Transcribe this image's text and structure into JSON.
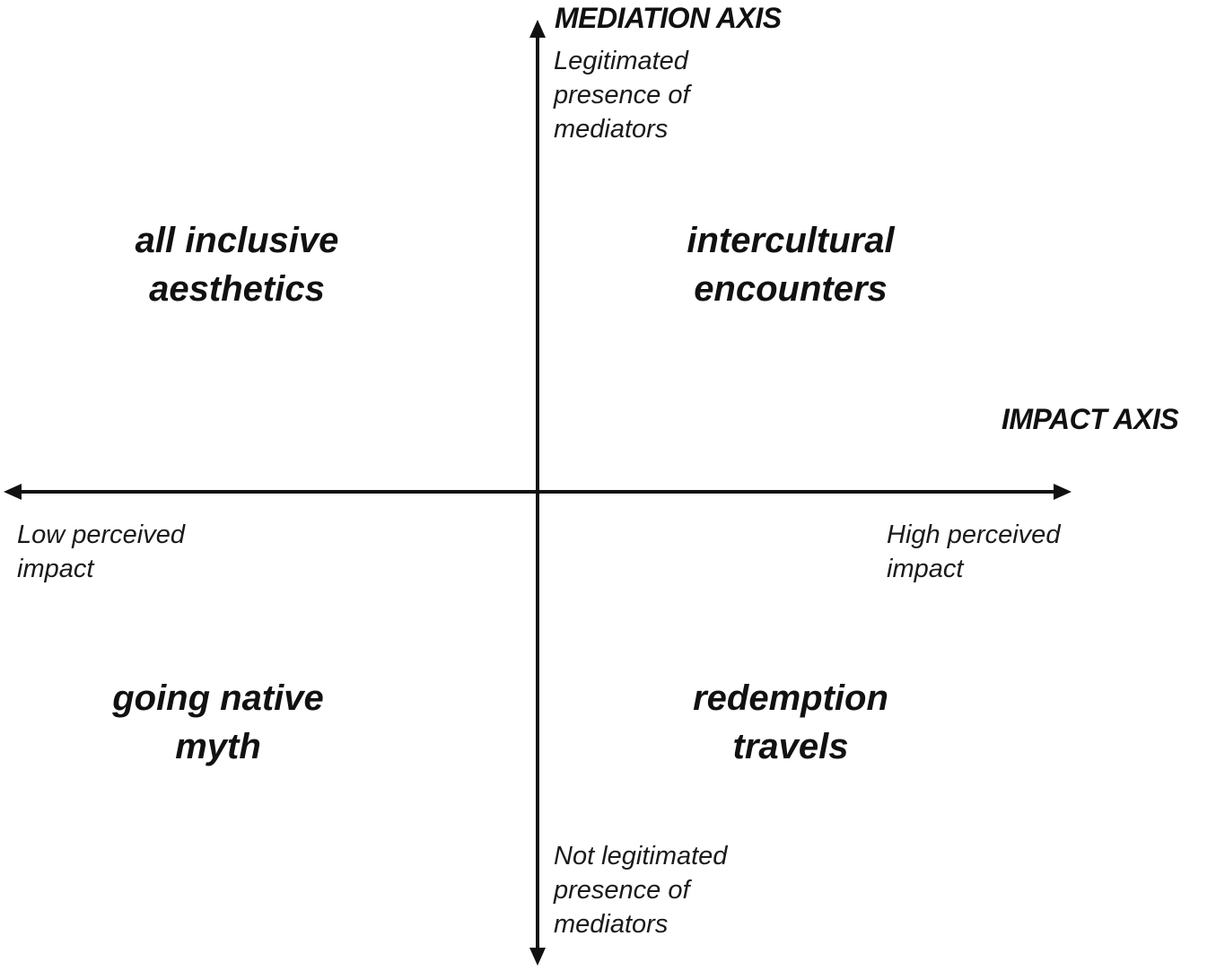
{
  "vertical_axis": {
    "title": "MEDIATION AXIS",
    "top_label": "Legitimated\npresence of\nmediators",
    "bottom_label": "Not legitimated\npresence of\nmediators"
  },
  "horizontal_axis": {
    "title": "IMPACT AXIS",
    "left_label": "Low perceived\nimpact",
    "right_label": "High perceived\nimpact"
  },
  "quadrants": {
    "top_left": "all inclusive\naesthetics",
    "top_right": "intercultural\nencounters",
    "bottom_left": "going native\nmyth",
    "bottom_right": "redemption\ntravels"
  },
  "colors": {
    "ink": "#111111",
    "background": "#ffffff"
  }
}
